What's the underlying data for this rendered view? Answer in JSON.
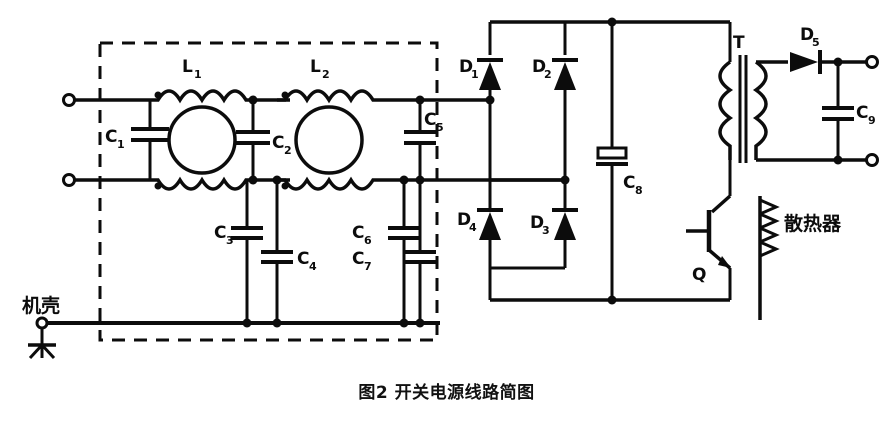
{
  "figure": {
    "caption": "图2 开关电源线路简图",
    "type": "schematic-diagram",
    "subject": "switching power supply circuit"
  },
  "colors": {
    "ink": "#0c0c0c",
    "background": "#ffffff"
  },
  "labels": {
    "inductor_l1": {
      "base": "L",
      "sub": "1"
    },
    "inductor_l2": {
      "base": "L",
      "sub": "2"
    },
    "cap_c1": {
      "base": "C",
      "sub": "1"
    },
    "cap_c2": {
      "base": "C",
      "sub": "2"
    },
    "cap_c3": {
      "base": "C",
      "sub": "3"
    },
    "cap_c4": {
      "base": "C",
      "sub": "4"
    },
    "cap_c5": {
      "base": "C",
      "sub": "5"
    },
    "cap_c6": {
      "base": "C",
      "sub": "6"
    },
    "cap_c7": {
      "base": "C",
      "sub": "7"
    },
    "cap_c8": {
      "base": "C",
      "sub": "8"
    },
    "cap_c9": {
      "base": "C",
      "sub": "9"
    },
    "diode_d1": {
      "base": "D",
      "sub": "1"
    },
    "diode_d2": {
      "base": "D",
      "sub": "2"
    },
    "diode_d3": {
      "base": "D",
      "sub": "3"
    },
    "diode_d4": {
      "base": "D",
      "sub": "4"
    },
    "diode_d5": {
      "base": "D",
      "sub": "5"
    },
    "transformer_t": {
      "base": "T",
      "sub": ""
    },
    "transistor_q": {
      "base": "Q",
      "sub": ""
    },
    "chassis": {
      "base": "机壳",
      "sub": ""
    },
    "heatsink": {
      "base": "散热器",
      "sub": ""
    }
  },
  "components": [
    {
      "ref": "L1",
      "kind": "common-mode-choke"
    },
    {
      "ref": "L2",
      "kind": "common-mode-choke"
    },
    {
      "ref": "C1",
      "kind": "x-capacitor"
    },
    {
      "ref": "C2",
      "kind": "x-capacitor"
    },
    {
      "ref": "C3",
      "kind": "y-capacitor"
    },
    {
      "ref": "C4",
      "kind": "y-capacitor"
    },
    {
      "ref": "C5",
      "kind": "x-capacitor"
    },
    {
      "ref": "C6",
      "kind": "y-capacitor"
    },
    {
      "ref": "C7",
      "kind": "y-capacitor"
    },
    {
      "ref": "C8",
      "kind": "electrolytic-filter-capacitor"
    },
    {
      "ref": "C9",
      "kind": "output-filter-capacitor"
    },
    {
      "ref": "D1",
      "kind": "rectifier-diode"
    },
    {
      "ref": "D2",
      "kind": "rectifier-diode"
    },
    {
      "ref": "D3",
      "kind": "rectifier-diode"
    },
    {
      "ref": "D4",
      "kind": "rectifier-diode"
    },
    {
      "ref": "D5",
      "kind": "output-rectifier-diode"
    },
    {
      "ref": "T",
      "kind": "switching-transformer"
    },
    {
      "ref": "Q",
      "kind": "switching-transistor"
    }
  ],
  "sections": {
    "emi_filter": "dashed-enclosure",
    "bridge_rectifier": "D1-D2-D3-D4",
    "primary_switch": "Q",
    "secondary_output": "D5-C9"
  },
  "terminals": {
    "input_count": 2,
    "output_count": 2
  }
}
